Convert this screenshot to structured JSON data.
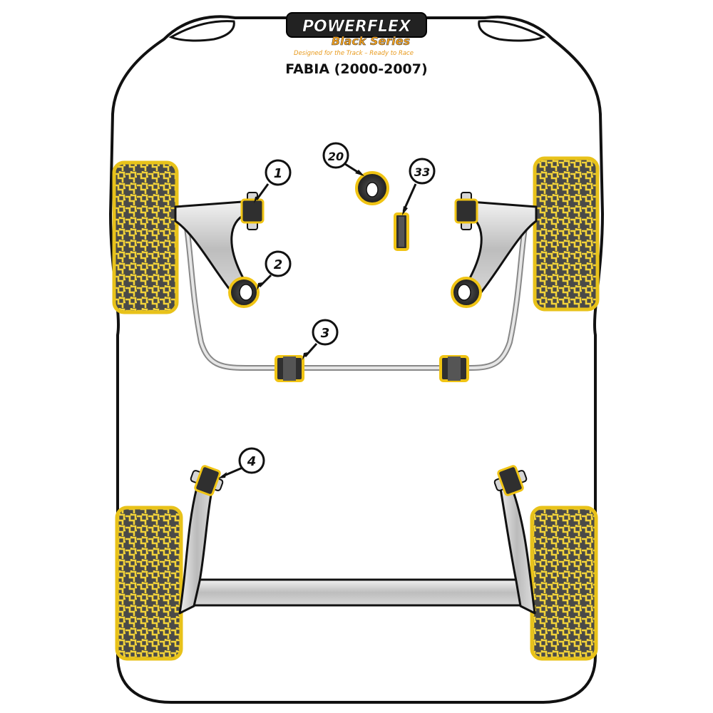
{
  "brand": {
    "name": "POWERFLEX",
    "series": "Black Series",
    "tagline": "Designed for the Track – Ready to Race"
  },
  "title": "FABIA (2000-2007)",
  "callouts": [
    {
      "id": "callout-1",
      "label": "1"
    },
    {
      "id": "callout-2",
      "label": "2"
    },
    {
      "id": "callout-3",
      "label": "3"
    },
    {
      "id": "callout-4",
      "label": "4"
    },
    {
      "id": "callout-20",
      "label": "20"
    },
    {
      "id": "callout-33",
      "label": "33"
    }
  ],
  "colors": {
    "tyre_yellow": "#f3d33a",
    "tyre_dark": "#4a4a48",
    "bush_yellow": "#f0c414",
    "bush_dark": "#2f2f2f",
    "metal": "#c9c9c9",
    "outline": "#111111",
    "series_orange": "#f2a01e",
    "tagline_orange": "#e89a1c"
  }
}
